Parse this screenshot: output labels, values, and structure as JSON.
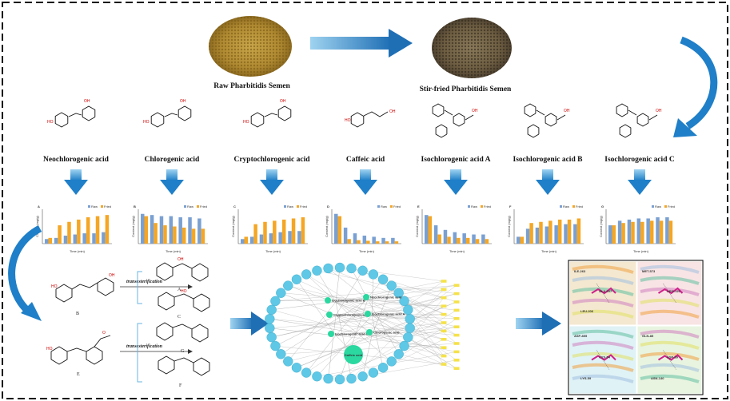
{
  "seeds": {
    "raw_label": "Raw Pharbitidis Semen",
    "fried_label": "Stir-fried Pharbitidis Semen"
  },
  "compounds": [
    {
      "name": "Neochlorogenic acid"
    },
    {
      "name": "Chlorogenic acid"
    },
    {
      "name": "Cryptochlorogenic acid"
    },
    {
      "name": "Caffeic acid"
    },
    {
      "name": "Isochlorogenic acid A"
    },
    {
      "name": "Isochlorogenic acid B"
    },
    {
      "name": "Isochlorogenic acid C"
    }
  ],
  "charts": [
    {
      "panel": "A",
      "raw": [
        0.4,
        0.5,
        0.7,
        0.8,
        0.9,
        0.9,
        1.0
      ],
      "fried": [
        0.5,
        1.6,
        1.9,
        2.1,
        2.3,
        2.4,
        2.5
      ]
    },
    {
      "panel": "B",
      "raw": [
        2.6,
        2.5,
        2.4,
        2.4,
        2.3,
        2.3,
        2.2
      ],
      "fried": [
        2.4,
        1.8,
        1.6,
        1.5,
        1.4,
        1.3,
        1.3
      ]
    },
    {
      "panel": "C",
      "raw": [
        0.4,
        0.6,
        0.8,
        0.9,
        1.0,
        1.1,
        1.1
      ],
      "fried": [
        0.6,
        1.7,
        1.9,
        2.0,
        2.1,
        2.2,
        2.3
      ]
    },
    {
      "panel": "D",
      "raw": [
        2.6,
        1.4,
        0.9,
        0.7,
        0.6,
        0.5,
        0.5
      ],
      "fried": [
        2.4,
        0.4,
        0.3,
        0.25,
        0.2,
        0.2,
        0.2
      ]
    },
    {
      "panel": "E",
      "raw": [
        2.5,
        1.6,
        1.2,
        1.0,
        0.9,
        0.8,
        0.8
      ],
      "fried": [
        2.4,
        0.8,
        0.6,
        0.5,
        0.5,
        0.4,
        0.4
      ]
    },
    {
      "panel": "F",
      "raw": [
        0.6,
        1.3,
        1.4,
        1.5,
        1.6,
        1.7,
        1.7
      ],
      "fried": [
        0.6,
        1.8,
        1.9,
        2.0,
        2.1,
        2.1,
        2.2
      ]
    },
    {
      "panel": "G",
      "raw": [
        1.6,
        2.0,
        2.1,
        2.2,
        2.2,
        2.3,
        2.3
      ],
      "fried": [
        1.6,
        1.8,
        1.9,
        1.9,
        2.0,
        2.0,
        2.0
      ]
    }
  ],
  "legend": {
    "raw": "Raw",
    "fried": "Fried"
  },
  "chart_axis": {
    "xlabel": "Time (min)",
    "ylabel": "Content (mg/g)"
  },
  "reaction": {
    "label1": "transesterification",
    "label2": "transesterification",
    "comp_B": "B",
    "comp_A_prod": "A",
    "comp_C_prod": "C",
    "comp_E": "E",
    "comp_G_prod": "G",
    "comp_F_prod": "F"
  },
  "network": {
    "center_compound": "Caffeic acid",
    "compound_nodes": [
      "Isochlorogenic acid B",
      "Neochlorogenic acid",
      "Cryptochlorogenic acid",
      "Isochlorogenic acid A",
      "Isochlorogenic acid C",
      "Chlorogenic acid"
    ]
  },
  "docking": [
    {
      "panel": "tl",
      "residues": [
        "ILE-263",
        "ALA-207",
        "LEU-206"
      ]
    },
    {
      "panel": "tr",
      "residues": [
        "MET-573",
        "ARG-121"
      ]
    },
    {
      "panel": "bl",
      "residues": [
        "ASP-855",
        "CYS-54",
        "LYS-59"
      ]
    },
    {
      "panel": "br",
      "residues": [
        "GLN-85",
        "ASP-89",
        "ASN-140"
      ]
    }
  ],
  "colors": {
    "raw_bar": "#7aa0d2",
    "fried_bar": "#f5a623",
    "arrow": "#2f8fd0",
    "node_cyan": "#5ec8e6",
    "node_yellow": "#f5e24a",
    "node_green": "#2ad8a0"
  }
}
